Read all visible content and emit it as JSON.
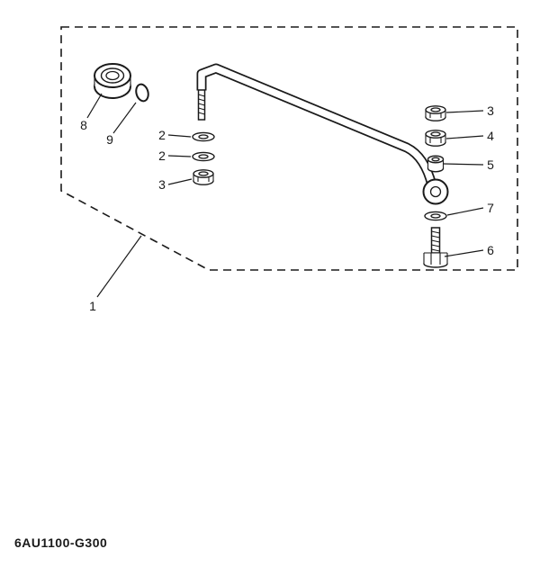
{
  "diagram": {
    "part_code": "6AU1100-G300",
    "callouts": {
      "boundary": "1",
      "washer_top": "2",
      "washer_bottom": "2",
      "nut_left": "3",
      "nut_right_top": "3",
      "nut_right": "4",
      "collar": "5",
      "bolt": "6",
      "washer_right": "7",
      "cap": "8",
      "oring": "9"
    }
  }
}
